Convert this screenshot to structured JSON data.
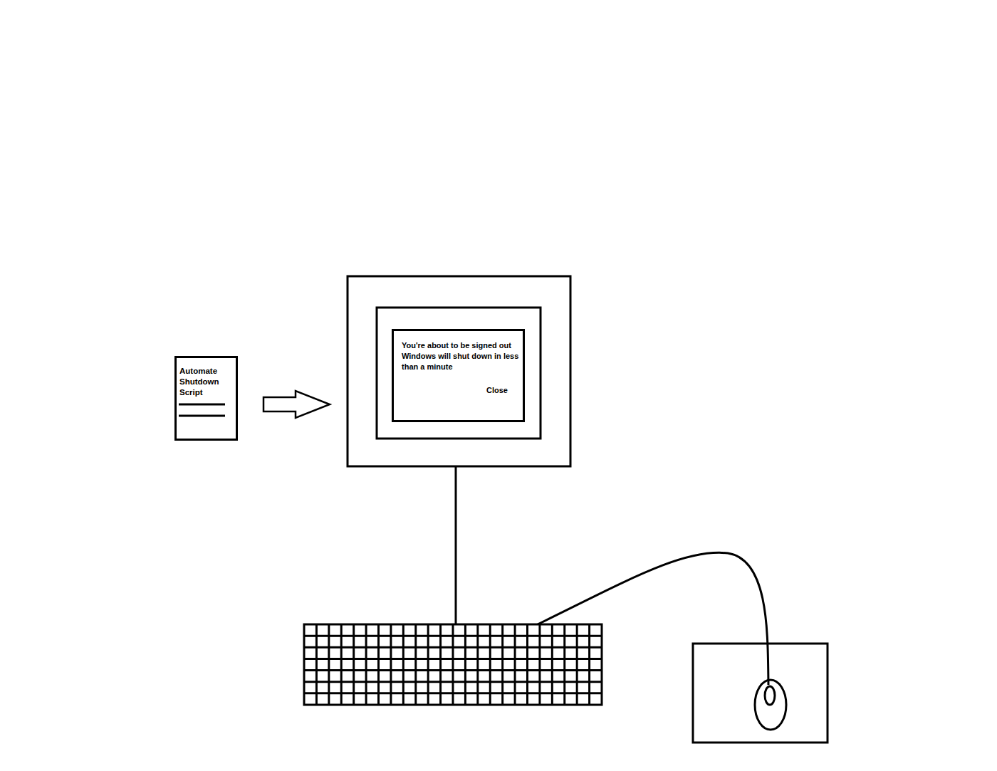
{
  "diagram": {
    "nodes": [
      {
        "text": [
          "Automate Shutdown Script"
        ]
      },
      {
        "text": [
          "You're about to be signed out",
          "Windows will shut down in less than a minute",
          "Close"
        ]
      }
    ]
  }
}
